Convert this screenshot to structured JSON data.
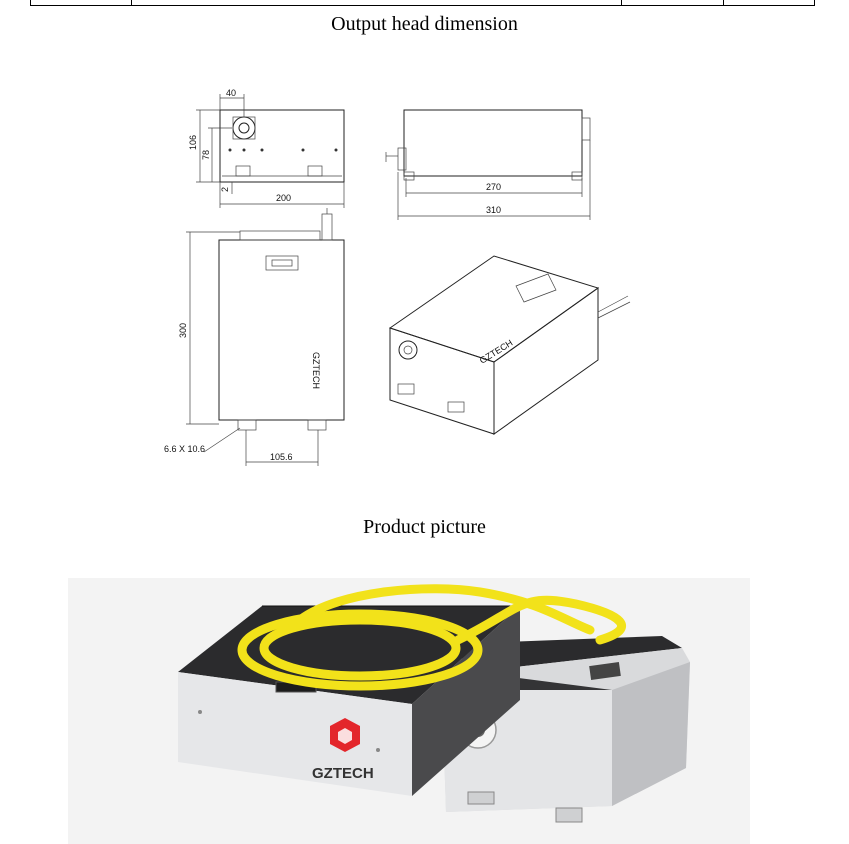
{
  "headings": {
    "output_head": "Output head dimension",
    "product_picture": "Product picture"
  },
  "drawing": {
    "dims": {
      "d40": "40",
      "d106": "106",
      "d78": "78",
      "d2": "2",
      "d200": "200",
      "d270": "270",
      "d310": "310",
      "d300": "300",
      "d_hole": "6.6 X 10.6",
      "d105_6": "105.6"
    },
    "brand_side": "GZTECH",
    "brand_iso": "GZTECH"
  },
  "photo": {
    "brand": "GZTECH",
    "colors": {
      "fiber": "#f2e21a",
      "top_panel": "#2b2b2d",
      "metal": "#d9dadc",
      "logo_red": "#e3262b"
    }
  }
}
